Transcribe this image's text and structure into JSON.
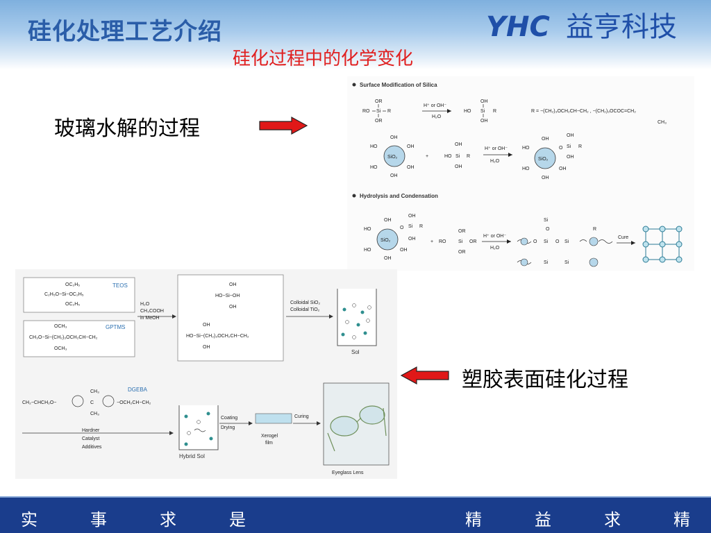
{
  "header": {
    "title": "硅化处理工艺介绍",
    "brand_en": "YHC",
    "brand_cn": "益亨科技"
  },
  "subtitle": "硅化过程中的化学变化",
  "labels": {
    "glass": "玻璃水解的过程",
    "plastic": "塑胶表面硅化过程"
  },
  "diagram_top": {
    "section1": "Surface Modification of Silica",
    "section2": "Hydrolysis and Condensation",
    "catalyst": "H⁺ or OH⁻",
    "water": "H₂O",
    "r_def": "R = −(CH₂)₃OCH₂CH−CH₂ , −(CH₂)₃OCOC=CH₂",
    "r_def2": "CH₃",
    "sio2": "SiO₂",
    "cure": "Cure",
    "oh": "OH",
    "or": "OR",
    "ro": "RO",
    "ho": "HO",
    "si": "Si",
    "r": "R",
    "o": "O"
  },
  "diagram_bottom": {
    "teos_formula_top": "OC₂H₅",
    "teos_formula_mid": "C₂H₅O−Si−OC₂H₅",
    "teos_formula_bot": "OC₂H₅",
    "teos": "TEOS",
    "gptms_formula_top": "OCH₃",
    "gptms_formula_mid": "CH₃O−Si−(CH₂)₃OCH₂CH−CH₂",
    "gptms_formula_bot": "OCH₃",
    "gptms": "GPTMS",
    "reagent1": "H₂O",
    "reagent2": "CH₃COOH",
    "reagent3": "in MeOH",
    "prod1_top": "OH",
    "prod1_mid": "HO−Si−OH",
    "prod1_bot": "OH",
    "prod2_top": "OH",
    "prod2_mid": "HO−Si−(CH₂)₃OCH₂CH−CH₂",
    "prod2_bot": "OH",
    "colloid1": "Colloidal SiO₂",
    "colloid2": "Colloidal TiO₂",
    "sol": "Sol",
    "dgeba": "DGEBA",
    "dgeba_ch3_top": "CH₃",
    "dgeba_ch3_bot": "CH₃",
    "dgeba_left": "CH₂−CHCH₂O−",
    "dgeba_c": "C",
    "dgeba_right": "−OCH₂CH−CH₂",
    "hardner": "Hardner",
    "catalyst": "Catalyst",
    "additives": "Additives",
    "hybrid": "Hybrid Sol",
    "coating": "Coating",
    "drying": "Drying",
    "curing": "Curing",
    "xerogel": "Xerogel",
    "film": "film",
    "eyeglass": "Eyeglass Lens"
  },
  "footer": {
    "left": [
      "实",
      "事",
      "求",
      "是"
    ],
    "right": [
      "精",
      "益",
      "求",
      "精"
    ]
  },
  "colors": {
    "title": "#2a5da8",
    "subtitle": "#e02020",
    "footer": "#1a3d8c",
    "arrow": "#e01818"
  }
}
